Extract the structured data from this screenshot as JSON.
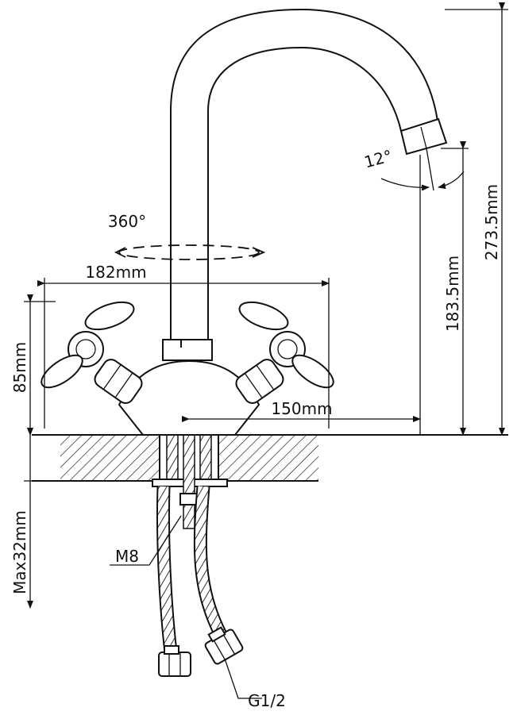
{
  "drawing": {
    "dimensions": {
      "total_height": "273.5mm",
      "spout_height": "183.5mm",
      "body_width": "182mm",
      "body_height": "85mm",
      "spout_reach": "150mm",
      "rotation": "360°",
      "spout_angle": "12°",
      "max_countertop": "Max32mm",
      "stud_thread": "M8",
      "hose_thread": "G1/2"
    }
  }
}
